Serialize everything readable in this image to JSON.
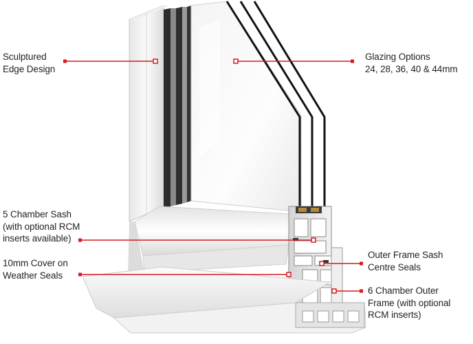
{
  "accent_color": "#d71920",
  "labels": {
    "sculptured": [
      "Sculptured",
      "Edge Design"
    ],
    "glazing": [
      "Glazing Options",
      "24, 28, 36, 40 & 44mm"
    ],
    "sash": [
      "5 Chamber Sash",
      "(with optional RCM",
      "inserts available)"
    ],
    "cover": [
      "10mm Cover on",
      "Weather Seals"
    ],
    "outer_seals": [
      "Outer Frame Sash",
      "Centre Seals"
    ],
    "outer_frame": [
      "6 Chamber Outer",
      "Frame (with optional",
      "RCM inserts)"
    ]
  }
}
